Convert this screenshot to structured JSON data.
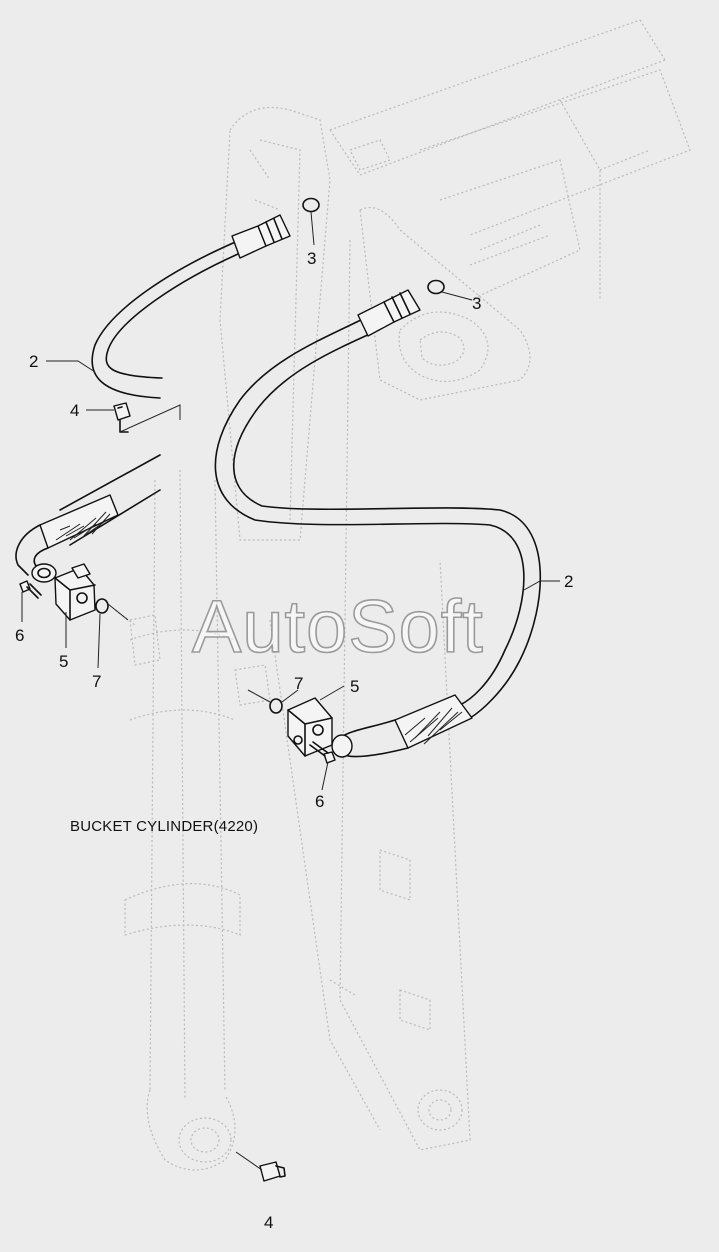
{
  "caption": "BUCKET CYLINDER(4220)",
  "watermark": "AutoSoft",
  "callouts": {
    "hose_upper": "2",
    "hose_lower": "2",
    "oring_upper": "3",
    "oring_mid": "3",
    "fitting_upper": "4",
    "fitting_lower": "4",
    "flange_left": "5",
    "flange_right": "5",
    "bolt_left": "6",
    "bolt_right": "6",
    "oring_left": "7",
    "oring_right": "7"
  }
}
